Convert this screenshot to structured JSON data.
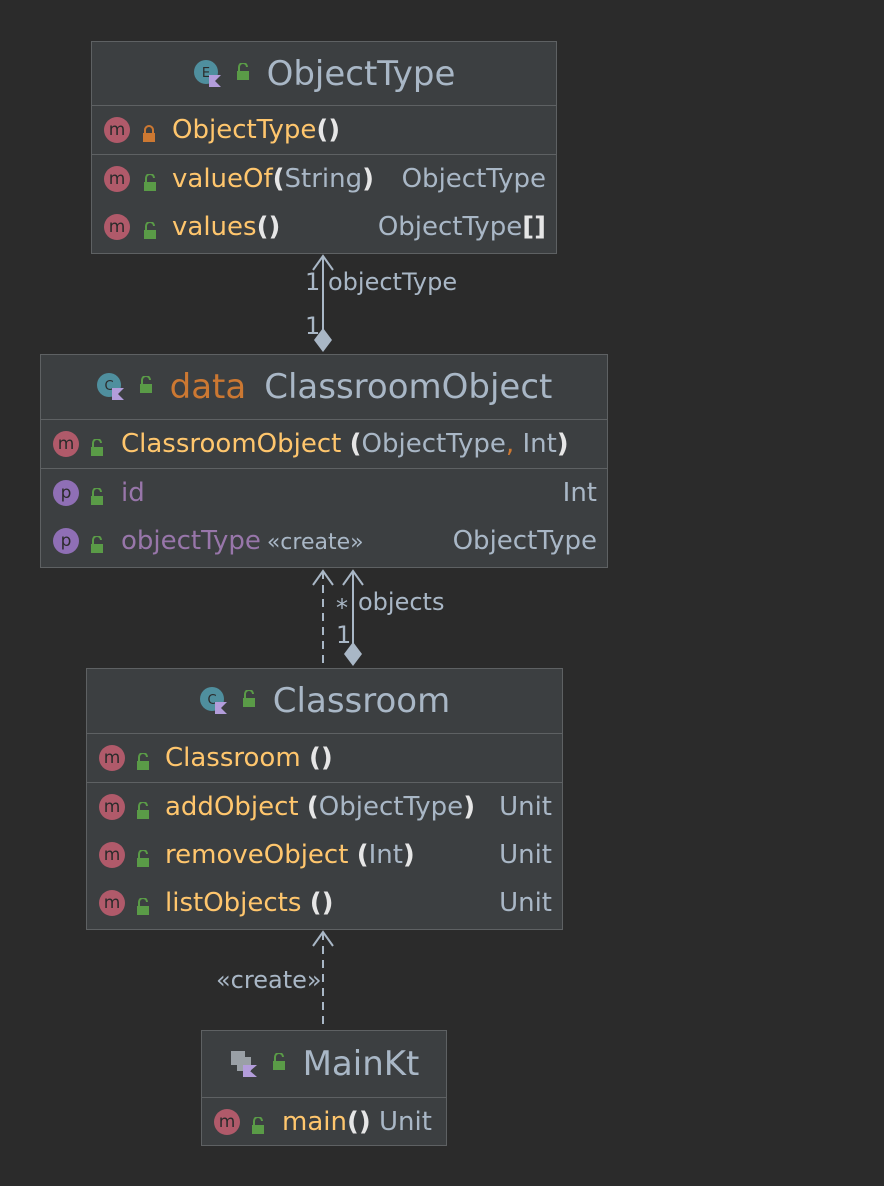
{
  "colors": {
    "background": "#2b2b2b",
    "box": "#3c3f41",
    "border": "#5e6163",
    "method": "#ffc66d",
    "property": "#9876aa",
    "keyword": "#cc7832",
    "text": "#a9b7c6"
  },
  "object_type": {
    "title": "ObjectType",
    "icon": "enum-icon",
    "constructor": {
      "name": "ObjectType",
      "args": "()"
    },
    "methods": [
      {
        "name": "valueOf",
        "open": "(",
        "params": "String",
        "close": ")",
        "ret": "ObjectType"
      },
      {
        "name": "values",
        "open": "()",
        "params": "",
        "close": "",
        "ret": "ObjectType",
        "ret_brackets": "[]"
      }
    ]
  },
  "classroom_object": {
    "keyword": "data",
    "title": "ClassroomObject",
    "icon": "class-icon",
    "constructor": {
      "name": "ClassroomObject",
      "open": "(",
      "p1": "ObjectType",
      "comma": ",",
      "p2": "Int",
      "close": ")"
    },
    "properties": [
      {
        "name": "id",
        "ret": "Int"
      },
      {
        "name": "objectType",
        "stereo": "«create»",
        "ret": "ObjectType"
      }
    ]
  },
  "classroom": {
    "title": "Classroom",
    "icon": "class-icon",
    "constructor": {
      "name": "Classroom",
      "args": "()"
    },
    "methods": [
      {
        "name": "addObject",
        "open": "(",
        "params": "ObjectType",
        "close": ")",
        "ret": "Unit"
      },
      {
        "name": "removeObject",
        "open": "(",
        "params": "Int",
        "close": ")",
        "ret": "Unit"
      },
      {
        "name": "listObjects",
        "open": "()",
        "params": "",
        "close": "",
        "ret": "Unit"
      }
    ]
  },
  "main_kt": {
    "title": "MainKt",
    "icon": "file-class-icon",
    "methods": [
      {
        "name": "main",
        "open": "()",
        "ret": "Unit"
      }
    ]
  },
  "edges": {
    "object_type_mult_top": "1",
    "object_type_role": "objectType",
    "object_type_mult_bottom": "1",
    "objects_mult_top": "*",
    "objects_role": "objects",
    "objects_mult_bottom": "1",
    "create_label": "«create»"
  },
  "icons": {
    "method": "m",
    "property": "p"
  }
}
